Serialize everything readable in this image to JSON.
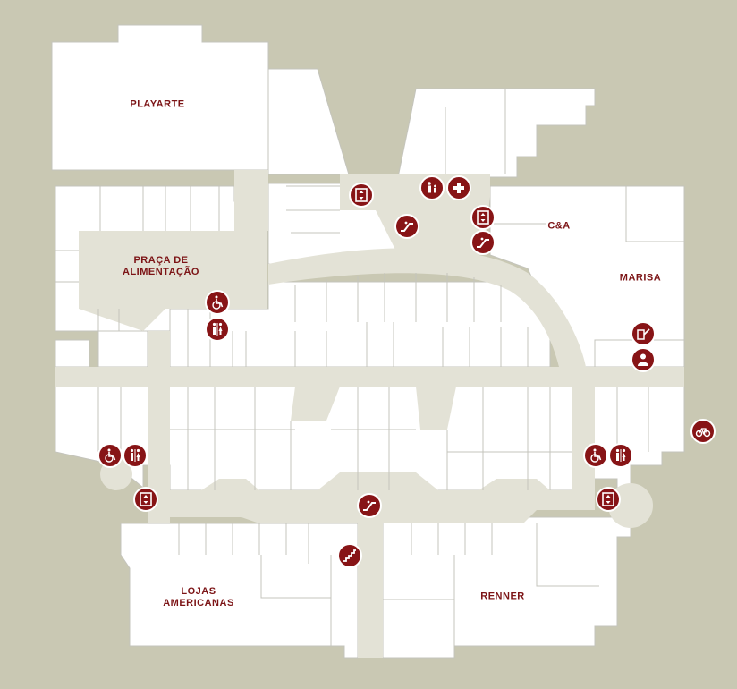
{
  "map": {
    "stores": [
      {
        "id": "playarte",
        "label": "PLAYARTE"
      },
      {
        "id": "praca",
        "label": "PRAÇA DE\nALIMENTAÇÃO"
      },
      {
        "id": "cea",
        "label": "C&A"
      },
      {
        "id": "marisa",
        "label": "MARISA"
      },
      {
        "id": "lojas",
        "label": "LOJAS\nAMERICANAS"
      },
      {
        "id": "renner",
        "label": "RENNER"
      }
    ],
    "pois": [
      {
        "type": "elevator"
      },
      {
        "type": "family-restroom"
      },
      {
        "type": "first-aid"
      },
      {
        "type": "escalator"
      },
      {
        "type": "elevator"
      },
      {
        "type": "escalator"
      },
      {
        "type": "accessibility"
      },
      {
        "type": "restroom"
      },
      {
        "type": "atm"
      },
      {
        "type": "customer-service"
      },
      {
        "type": "accessibility"
      },
      {
        "type": "restroom"
      },
      {
        "type": "accessibility"
      },
      {
        "type": "restroom"
      },
      {
        "type": "bicycle"
      },
      {
        "type": "elevator"
      },
      {
        "type": "elevator"
      },
      {
        "type": "escalator"
      },
      {
        "type": "stairs"
      }
    ]
  },
  "colors": {
    "background": "#c9c8b3",
    "store": "#ffffff",
    "corridor": "#e3e2d6",
    "accent": "#871416",
    "text": "#7c1416"
  }
}
